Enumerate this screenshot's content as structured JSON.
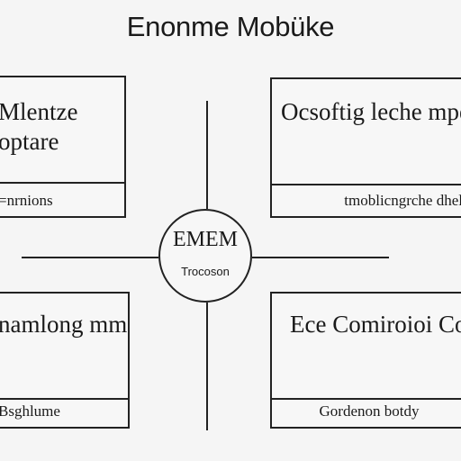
{
  "title": "Enonme Mobüke",
  "hub": {
    "title": "EMEM",
    "subtitle": "Trocoson"
  },
  "boxes": {
    "top_left": {
      "text": "Mlentze\noptare",
      "footer": "=nrnions"
    },
    "top_right": {
      "text": "Ocsoftig leche\nmpeutoe Samtt",
      "footer": "tmoblicngrche dhel"
    },
    "bottom_left": {
      "text": "namlong\nmmoezy",
      "footer": "Bsghlume"
    },
    "bottom_right": {
      "text": "Ece Comiroioi\nCotonousturr",
      "footer": "Gordenon botdy"
    }
  }
}
